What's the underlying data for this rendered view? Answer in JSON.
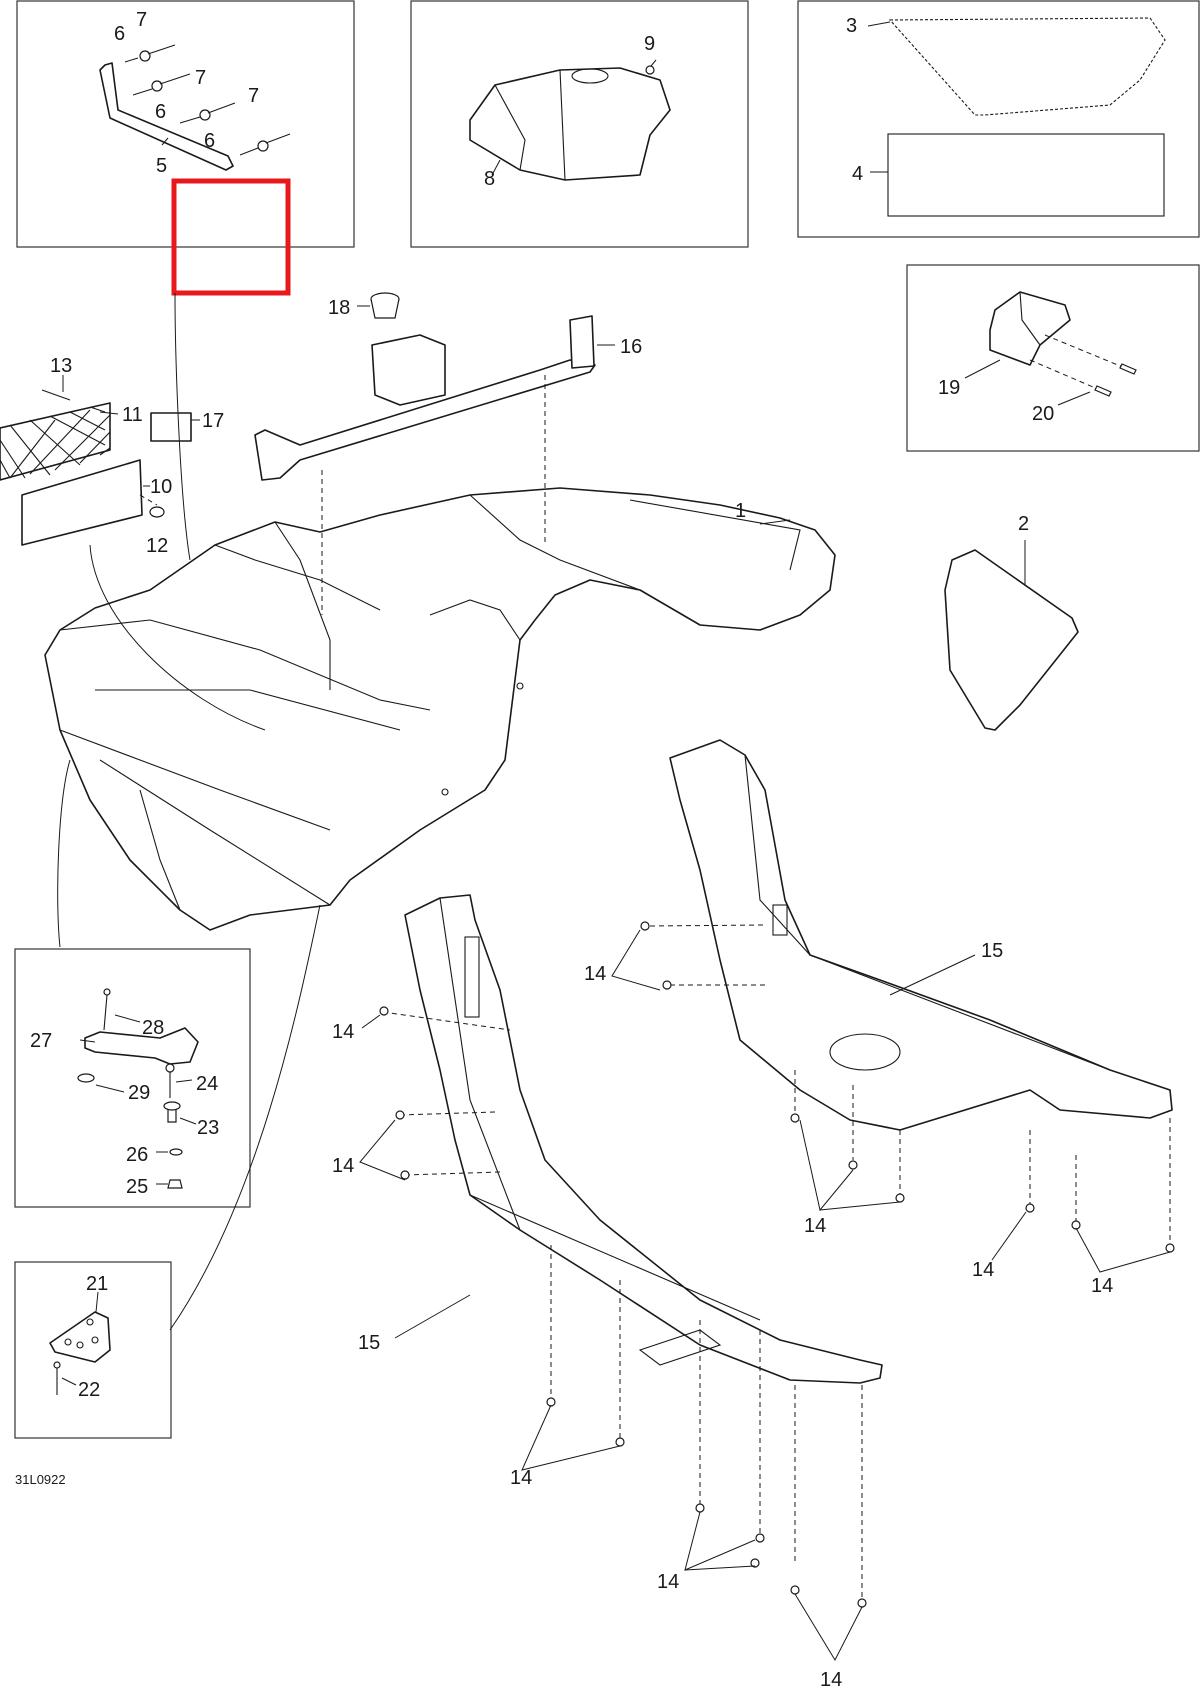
{
  "drawing_code": "31L0922",
  "colors": {
    "highlight": "#e8191c",
    "line": "#1a1a1a",
    "background": "#ffffff"
  },
  "callouts": {
    "p1": "1",
    "p2": "2",
    "p3": "3",
    "p4": "4",
    "p5": "5",
    "p6": "6",
    "p7": "7",
    "p8": "8",
    "p9": "9",
    "p10": "10",
    "p11": "11",
    "p12": "12",
    "p13": "13",
    "p14": "14",
    "p15": "15",
    "p16": "16",
    "p17": "17",
    "p18": "18",
    "p19": "19",
    "p20": "20",
    "p21": "21",
    "p22": "22",
    "p23": "23",
    "p24": "24",
    "p25": "25",
    "p26": "26",
    "p27": "27",
    "p28": "28",
    "p29": "29"
  }
}
